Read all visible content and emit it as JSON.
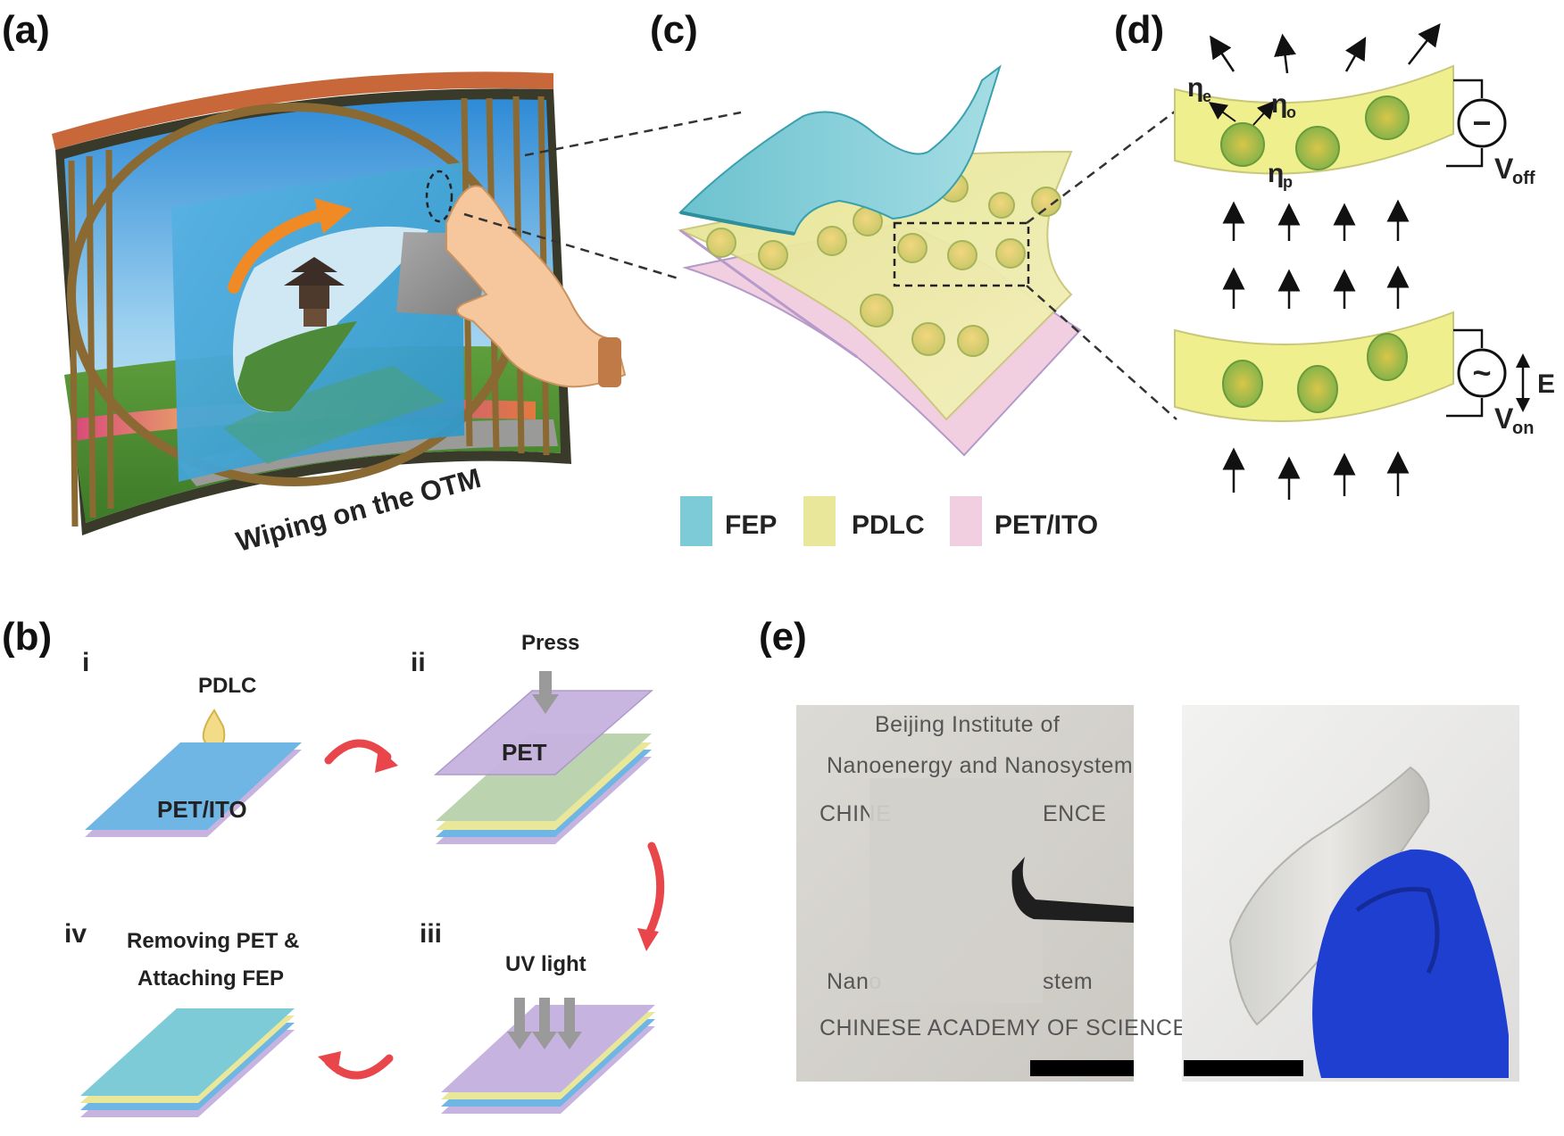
{
  "panels": {
    "a": {
      "label": "(a)",
      "caption": "Wiping on the OTM"
    },
    "b": {
      "label": "(b)",
      "steps": [
        {
          "numeral": "i",
          "annotation": "PDLC",
          "layer_label": "PET/ITO"
        },
        {
          "numeral": "ii",
          "annotation": "Press",
          "layer_label": "PET"
        },
        {
          "numeral": "iii",
          "annotation": "UV light"
        },
        {
          "numeral": "iv",
          "annotation_line1": "Removing PET &",
          "annotation_line2": "Attaching FEP"
        }
      ]
    },
    "c": {
      "label": "(c)",
      "legend": [
        {
          "name": "FEP",
          "color": "#7dcbd6"
        },
        {
          "name": "PDLC",
          "color": "#e8e79a"
        },
        {
          "name": "PET/ITO",
          "color": "#f1cfe0"
        }
      ]
    },
    "d": {
      "label": "(d)",
      "symbols": {
        "eta_e": "η",
        "eta_e_sub": "e",
        "eta_o": "η",
        "eta_o_sub": "o",
        "eta_p": "η",
        "eta_p_sub": "p",
        "field": "E"
      },
      "off_state": {
        "source_symbol": "−",
        "voltage": "V",
        "voltage_sub": "off"
      },
      "on_state": {
        "source_symbol": "~",
        "voltage": "V",
        "voltage_sub": "on"
      }
    },
    "e": {
      "label": "(e)",
      "photo1_text": {
        "line1": "Beijing Institute of",
        "line2": "Nanoenergy and Nanosystem",
        "line3a": "CHINE",
        "line3b": "ENCE",
        "line4a": "Nano",
        "line4b": "stem",
        "line5": "CHINESE ACADEMY OF SCIENCE"
      }
    }
  },
  "colors": {
    "fep": "#7dcbd6",
    "pdlc": "#e8e79a",
    "pet_ito": "#f1cfe0",
    "pet": "#c7b3df",
    "ito_blue": "#6fb6e4",
    "arrow_red": "#e8464a",
    "scale_bar": "#000000"
  }
}
